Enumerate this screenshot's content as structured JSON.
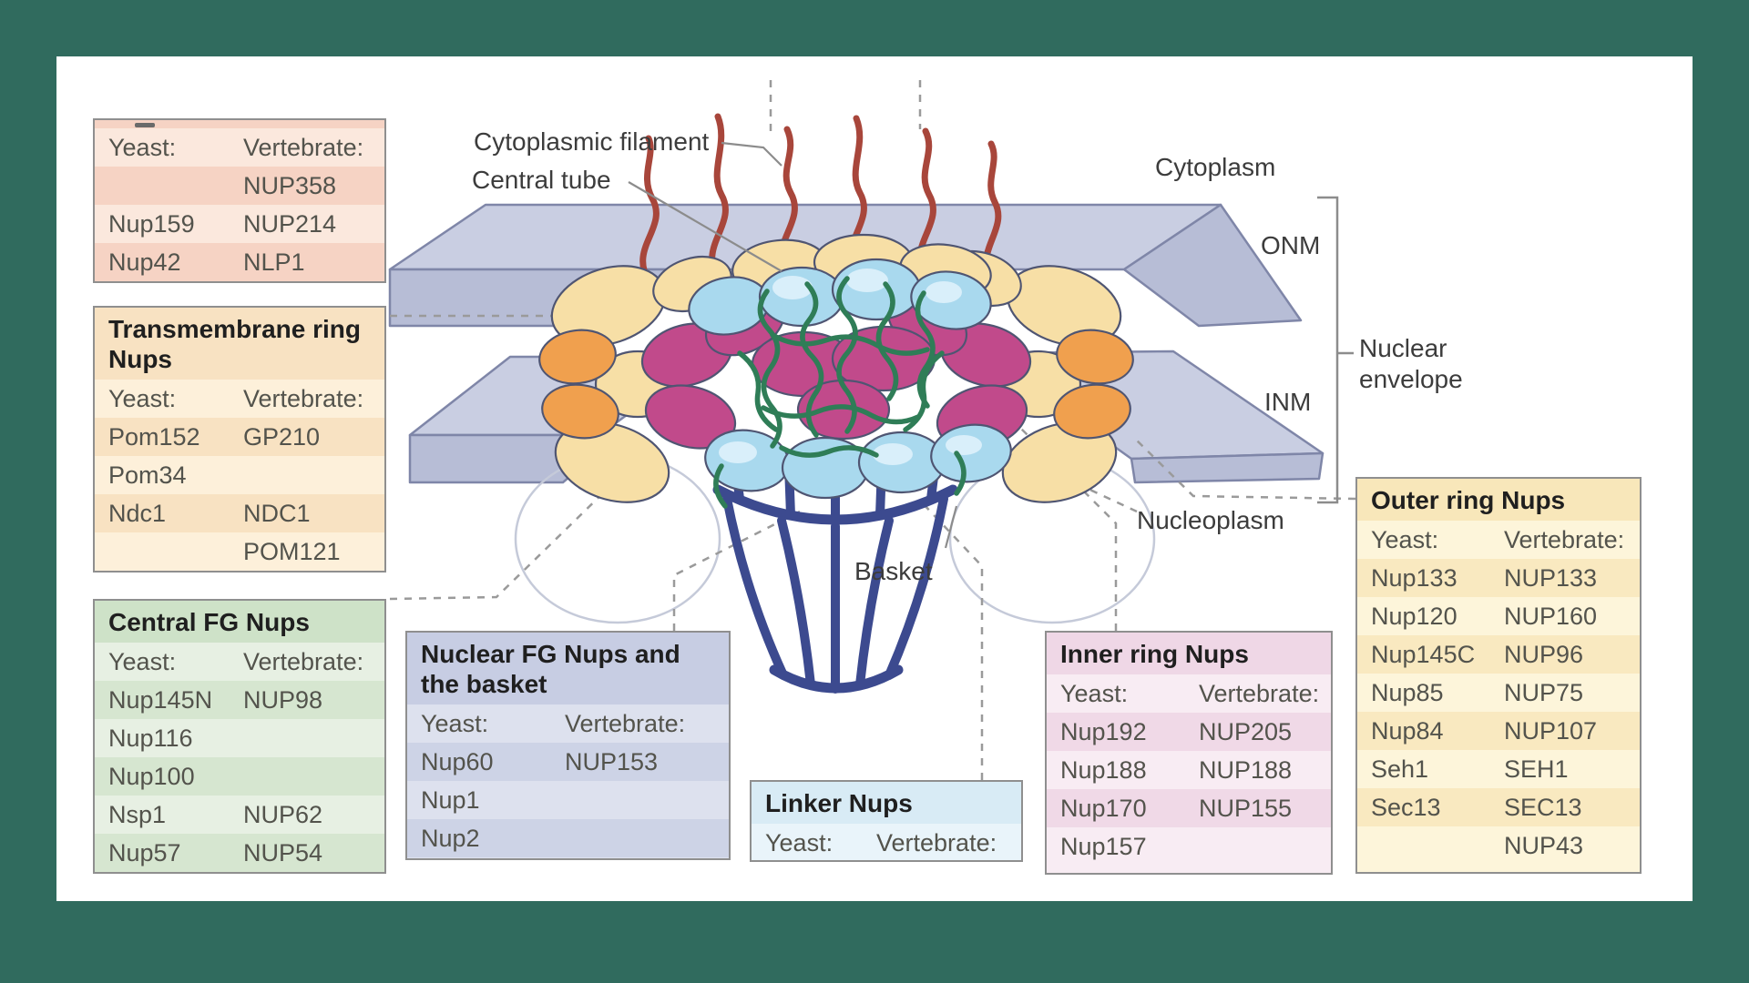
{
  "page": {
    "background_color": "#306b5e",
    "card_color": "#ffffff"
  },
  "labels": {
    "cytoplasmic_filament": "Cytoplasmic filament",
    "central_tube": "Central tube",
    "cytoplasm": "Cytoplasm",
    "onm": "ONM",
    "inm": "INM",
    "nuclear_envelope": "Nuclear envelope",
    "nucleoplasm": "Nucleoplasm",
    "basket": "Basket"
  },
  "boxes": {
    "cytoplasmic_filament_nups": {
      "header_yeast": "Yeast:",
      "header_vertebrate": "Vertebrate:",
      "rows": [
        [
          "",
          "NUP358"
        ],
        [
          "Nup159",
          "NUP214"
        ],
        [
          "Nup42",
          "NLP1"
        ]
      ]
    },
    "transmembrane_ring_nups": {
      "title": "Transmembrane ring Nups",
      "header_yeast": "Yeast:",
      "header_vertebrate": "Vertebrate:",
      "rows": [
        [
          "Pom152",
          "GP210"
        ],
        [
          "Pom34",
          ""
        ],
        [
          "Ndc1",
          "NDC1"
        ],
        [
          "",
          "POM121"
        ]
      ]
    },
    "central_fg_nups": {
      "title": "Central FG Nups",
      "header_yeast": "Yeast:",
      "header_vertebrate": "Vertebrate:",
      "rows": [
        [
          "Nup145N",
          "NUP98"
        ],
        [
          "Nup116",
          ""
        ],
        [
          "Nup100",
          ""
        ],
        [
          "Nsp1",
          "NUP62"
        ],
        [
          "Nup57",
          "NUP54"
        ]
      ]
    },
    "nuclear_fg_nups": {
      "title": "Nuclear FG Nups and the basket",
      "header_yeast": "Yeast:",
      "header_vertebrate": "Vertebrate:",
      "rows": [
        [
          "Nup60",
          "NUP153"
        ],
        [
          "Nup1",
          ""
        ],
        [
          "Nup2",
          ""
        ]
      ]
    },
    "linker_nups": {
      "title": "Linker Nups",
      "header_yeast": "Yeast:",
      "header_vertebrate": "Vertebrate:",
      "rows": []
    },
    "inner_ring_nups": {
      "title": "Inner ring Nups",
      "header_yeast": "Yeast:",
      "header_vertebrate": "Vertebrate:",
      "rows": [
        [
          "Nup192",
          "NUP205"
        ],
        [
          "Nup188",
          "NUP188"
        ],
        [
          "Nup170",
          "NUP155"
        ],
        [
          "Nup157",
          ""
        ]
      ]
    },
    "outer_ring_nups": {
      "title": "Outer ring Nups",
      "header_yeast": "Yeast:",
      "header_vertebrate": "Vertebrate:",
      "rows": [
        [
          "Nup133",
          "NUP133"
        ],
        [
          "Nup120",
          "NUP160"
        ],
        [
          "Nup145C",
          "NUP96"
        ],
        [
          "Nup85",
          "NUP75"
        ],
        [
          "Nup84",
          "NUP107"
        ],
        [
          "Seh1",
          "SEH1"
        ],
        [
          "Sec13",
          "SEC13"
        ],
        [
          "",
          "NUP43"
        ]
      ]
    }
  },
  "colors": {
    "membrane": "#c9cee2",
    "membrane_edge": "#7f86a8",
    "cream_nup": "#f7dfa6",
    "orange_nup": "#f0a04e",
    "magenta_nup": "#c14a8b",
    "blue_nup": "#a9d9ee",
    "fg_mesh_green": "#2f7d57",
    "filament_red": "#a8463b",
    "basket_blue": "#3c4a8f"
  }
}
